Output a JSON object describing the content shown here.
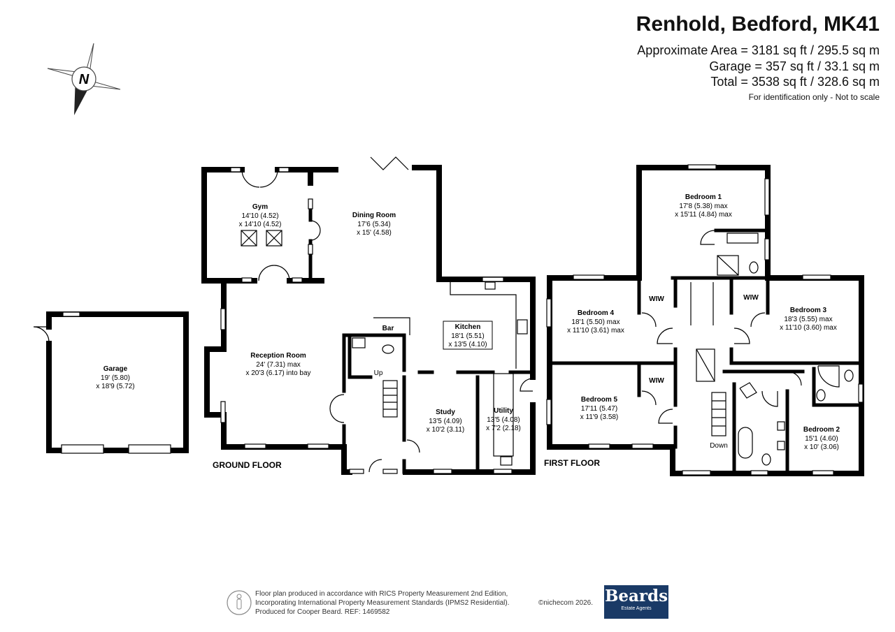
{
  "header": {
    "title": "Renhold, Bedford, MK41",
    "area": "Approximate Area = 3181 sq ft / 295.5 sq m",
    "garage": "Garage = 357 sq ft / 33.1 sq m",
    "total": "Total = 3538 sq ft / 328.6 sq m",
    "note": "For identification only - Not to scale"
  },
  "compass": {
    "label": "N"
  },
  "floors": {
    "ground": "GROUND FLOOR",
    "first": "FIRST FLOOR"
  },
  "rooms": {
    "garage": {
      "name": "Garage",
      "d1": "19' (5.80)",
      "d2": "x 18'9 (5.72)"
    },
    "gym": {
      "name": "Gym",
      "d1": "14'10 (4.52)",
      "d2": "x 14'10 (4.52)"
    },
    "dining": {
      "name": "Dining Room",
      "d1": "17'6 (5.34)",
      "d2": "x 15' (4.58)"
    },
    "reception": {
      "name": "Reception Room",
      "d1": "24' (7.31) max",
      "d2": "x 20'3 (6.17) into bay"
    },
    "kitchen": {
      "name": "Kitchen",
      "d1": "18'1 (5.51)",
      "d2": "x 13'5 (4.10)"
    },
    "study": {
      "name": "Study",
      "d1": "13'5 (4.09)",
      "d2": "x 10'2 (3.11)"
    },
    "utility": {
      "name": "Utility",
      "d1": "13'5 (4.08)",
      "d2": "x 7'2 (2.18)"
    },
    "bedroom1": {
      "name": "Bedroom 1",
      "d1": "17'8 (5.38) max",
      "d2": "x 15'11 (4.84) max"
    },
    "bedroom2": {
      "name": "Bedroom 2",
      "d1": "15'1 (4.60)",
      "d2": "x 10' (3.06)"
    },
    "bedroom3": {
      "name": "Bedroom 3",
      "d1": "18'3 (5.55) max",
      "d2": "x 11'10 (3.60) max"
    },
    "bedroom4": {
      "name": "Bedroom 4",
      "d1": "18'1 (5.50) max",
      "d2": "x 11'10 (3.61) max"
    },
    "bedroom5": {
      "name": "Bedroom 5",
      "d1": "17'11 (5.47)",
      "d2": "x 11'9 (3.58)"
    }
  },
  "labels": {
    "bar": "Bar",
    "up": "Up",
    "down": "Down",
    "wiw": "WIW"
  },
  "footer": {
    "line1": "Floor plan produced in accordance with RICS Property Measurement 2nd Edition,",
    "line2": "Incorporating International Property Measurement Standards (IPMS2 Residential).",
    "line3": "Produced for Cooper Beard.   REF:  1469582",
    "copyright": "©nichecom 2026.",
    "logo_name": "Beards",
    "logo_sub": "Estate Agents"
  },
  "colors": {
    "logo_bg": "#1a3a66",
    "wall": "#000000"
  }
}
